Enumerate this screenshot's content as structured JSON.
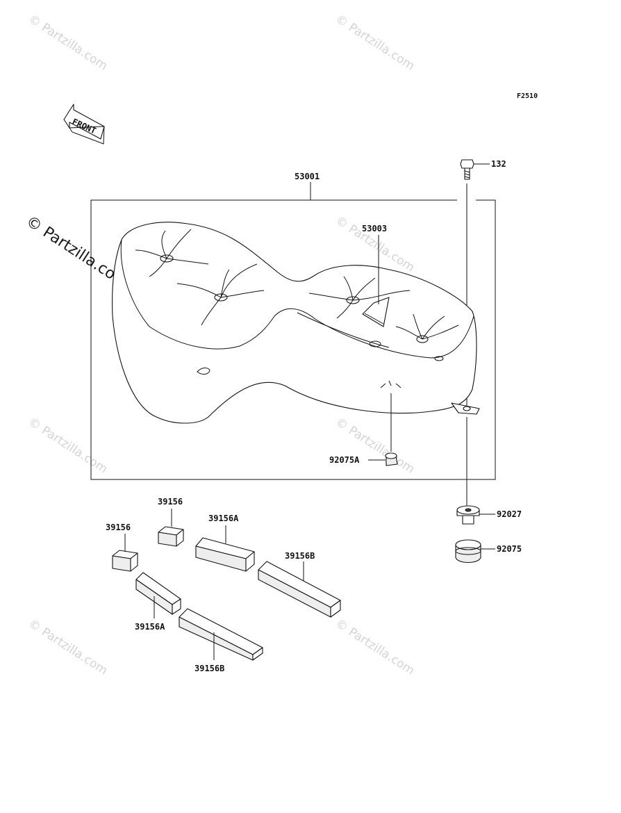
{
  "diagram_code": "F2510",
  "front_arrow_label": "FRONT",
  "watermark_text": "© Partzilla.com",
  "parts": {
    "seat_assembly": "53001",
    "label": "53003",
    "bolt": "132",
    "collar": "92027",
    "damper": "92075",
    "damper_a": "92075A",
    "pad_small_upper": "39156",
    "pad_small_left": "39156",
    "pad_a_upper": "39156A",
    "pad_a_lower": "39156A",
    "pad_b_upper": "39156B",
    "pad_b_lower": "39156B"
  }
}
